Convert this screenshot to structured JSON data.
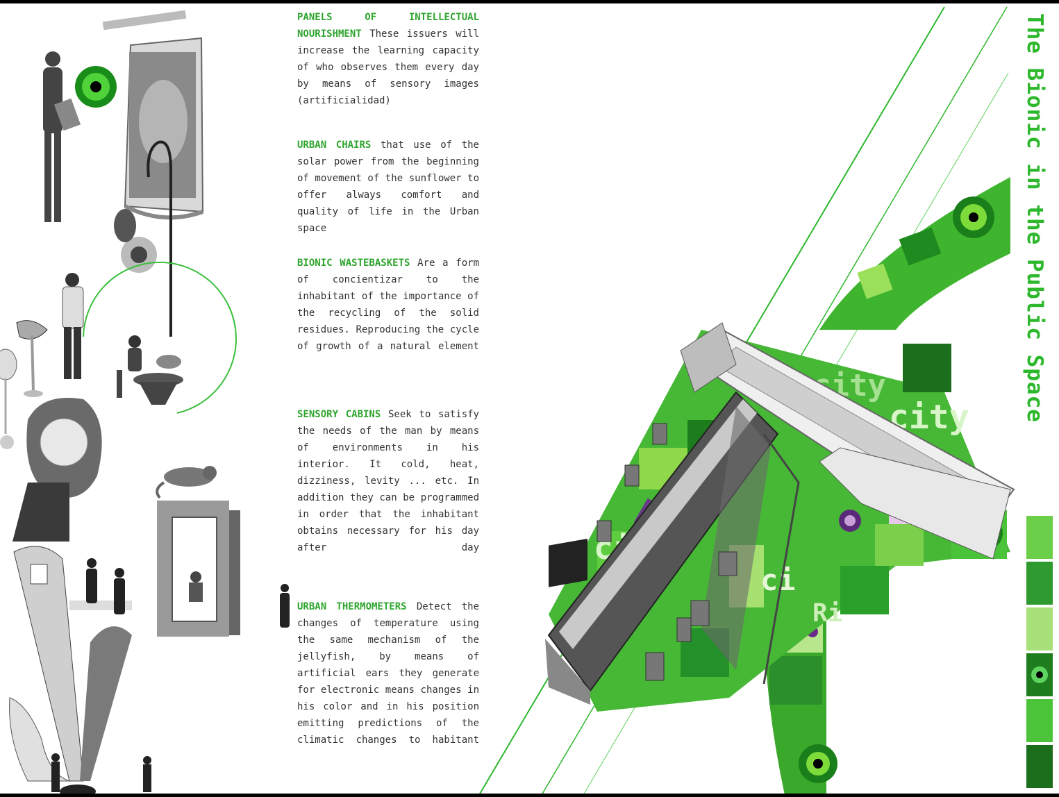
{
  "title": "The Bionic in the Public Space",
  "sections": [
    {
      "heading": "PANELS OF INTELLECTUAL NOURISHMENT",
      "body": "These issuers will increase the learning capacity of who observes them every day by means of sensory images (artificialidad)"
    },
    {
      "heading": "URBAN CHAIRS",
      "body": "that use of the solar power from the beginning of movement of the sunflower to offer always comfort and quality of life in the Urban space"
    },
    {
      "heading": "BIONIC WASTEBASKETS",
      "body": "Are a form of concientizar to the inhabitant of the importance of the recycling of the solid residues. Reproducing the cycle of growth of a natural element"
    },
    {
      "heading": "SENSORY CABINS",
      "body": "Seek to satisfy the needs of the man by means of environments in his interior. It cold, heat, dizziness, levity ... etc. In addition they can be programmed in order that the inhabitant obtains necessary for his day after day"
    },
    {
      "heading": "URBAN THERMOMETERS",
      "body": "Detect the changes of temperature using the same mechanism of the jellyfish, by means of artificial ears they generate for electronic means changes in his color and in his position emitting predictions of the climatic changes to habitant"
    }
  ],
  "collage_letters": [
    "city",
    "city",
    "cit",
    "ci",
    "Ri"
  ],
  "colors": {
    "accent": "#2db82d",
    "deep_green": "#1e7d1e",
    "light_green": "#7ddc3a"
  },
  "icons": [
    "eye-icon",
    "sunflower-icon",
    "apple-icon",
    "chameleon-icon"
  ]
}
